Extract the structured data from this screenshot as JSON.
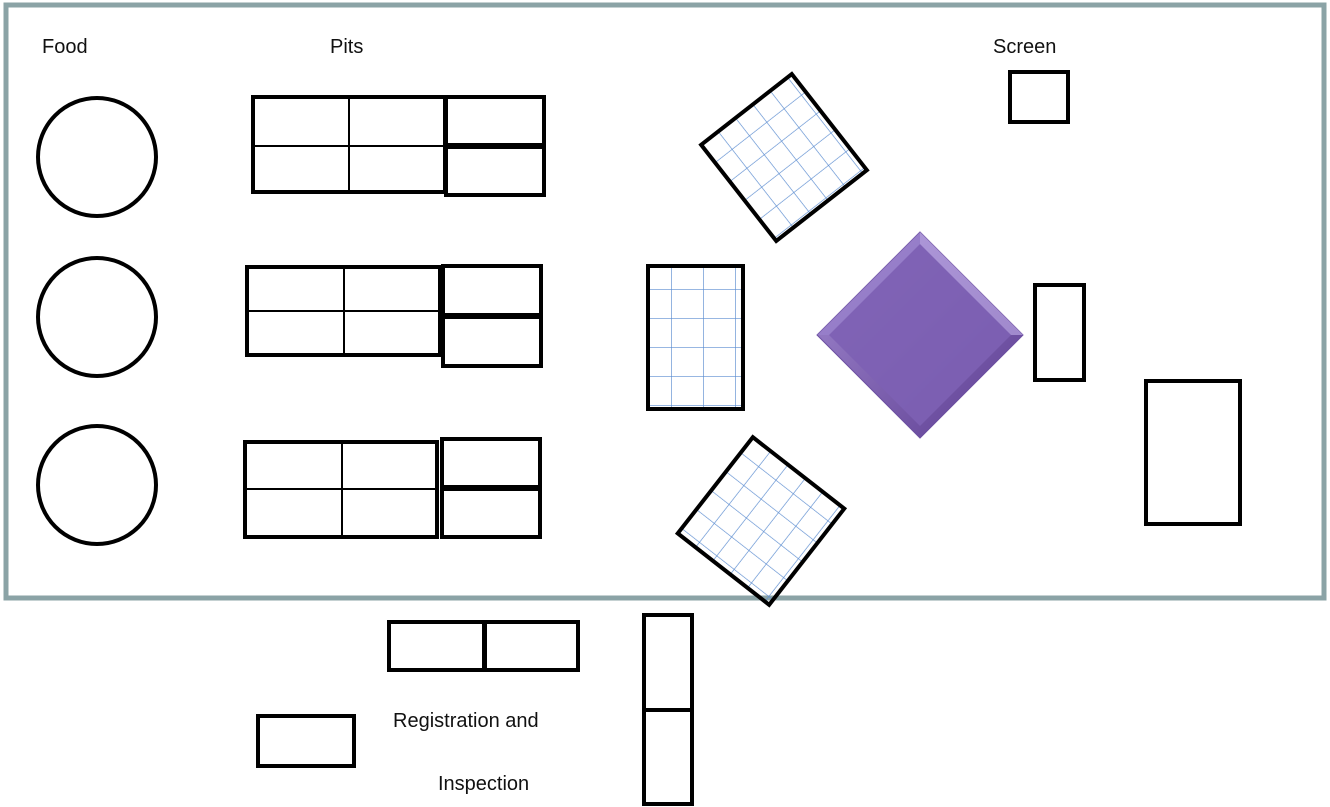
{
  "labels": {
    "food": "Food",
    "pits": "Pits",
    "screen": "Screen",
    "registration_line1": "Registration and",
    "registration_line2": "Inspection"
  },
  "colors": {
    "venue_border": "#8BA3A6",
    "outline": "#000000",
    "grid_line": "#5B8CD0",
    "center_diamond_light": "#9A7FCB",
    "center_diamond_dark": "#5E3F93"
  },
  "icons": {
    "food": "circle",
    "center": "purple-diamond"
  }
}
